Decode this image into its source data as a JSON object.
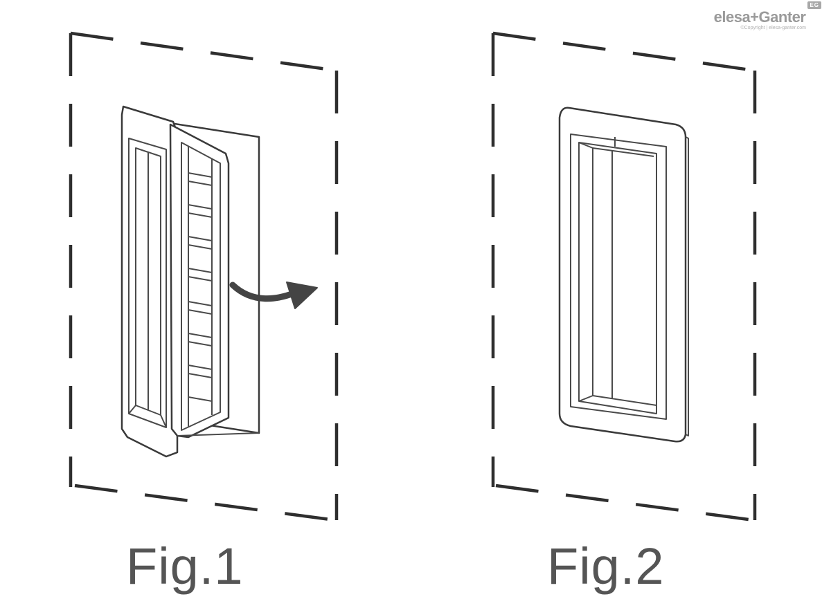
{
  "figures": [
    {
      "caption": "Fig.1"
    },
    {
      "caption": "Fig.2"
    }
  ],
  "logo": {
    "brand": "elesa+Ganter",
    "mark": "EG",
    "copyright": "©Copyright | elesa-ganter.com"
  },
  "colors": {
    "ink": "#3a3a3a",
    "caption": "#555555",
    "logo": "#9a9a9a"
  }
}
